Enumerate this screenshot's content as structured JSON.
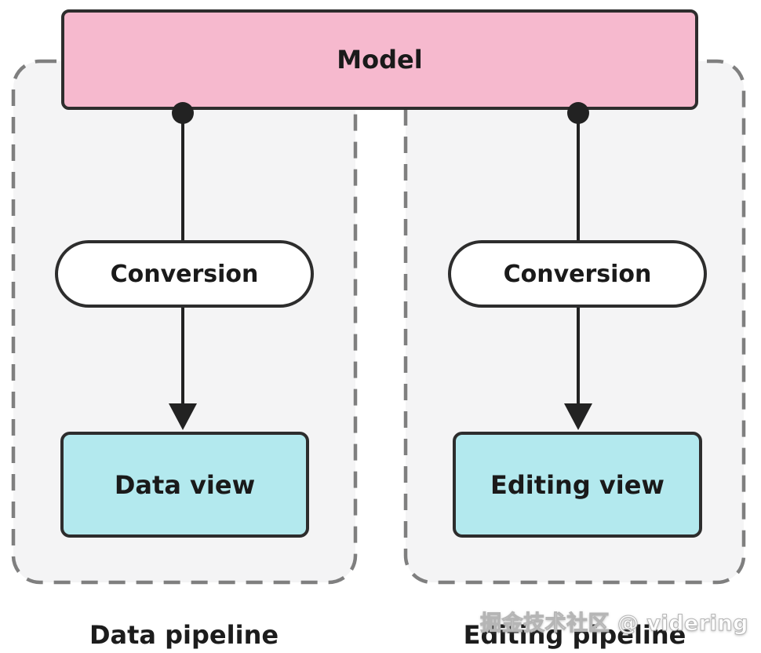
{
  "diagram": {
    "model": {
      "label": "Model"
    },
    "pipelines": [
      {
        "container_label": "Data pipeline",
        "conversion_label": "Conversion",
        "view_label": "Data view"
      },
      {
        "container_label": "Editing pipeline",
        "conversion_label": "Conversion",
        "view_label": "Editing view"
      }
    ],
    "watermark": "掘金技术社区 @ videring",
    "colors": {
      "model_fill": "#f6b9ce",
      "view_fill": "#b3e9ee",
      "node_border": "#2d2d2d",
      "container_fill": "#f4f4f5",
      "container_border": "#7f7f7f",
      "connector": "#222222",
      "text": "#1a1a1a"
    }
  }
}
